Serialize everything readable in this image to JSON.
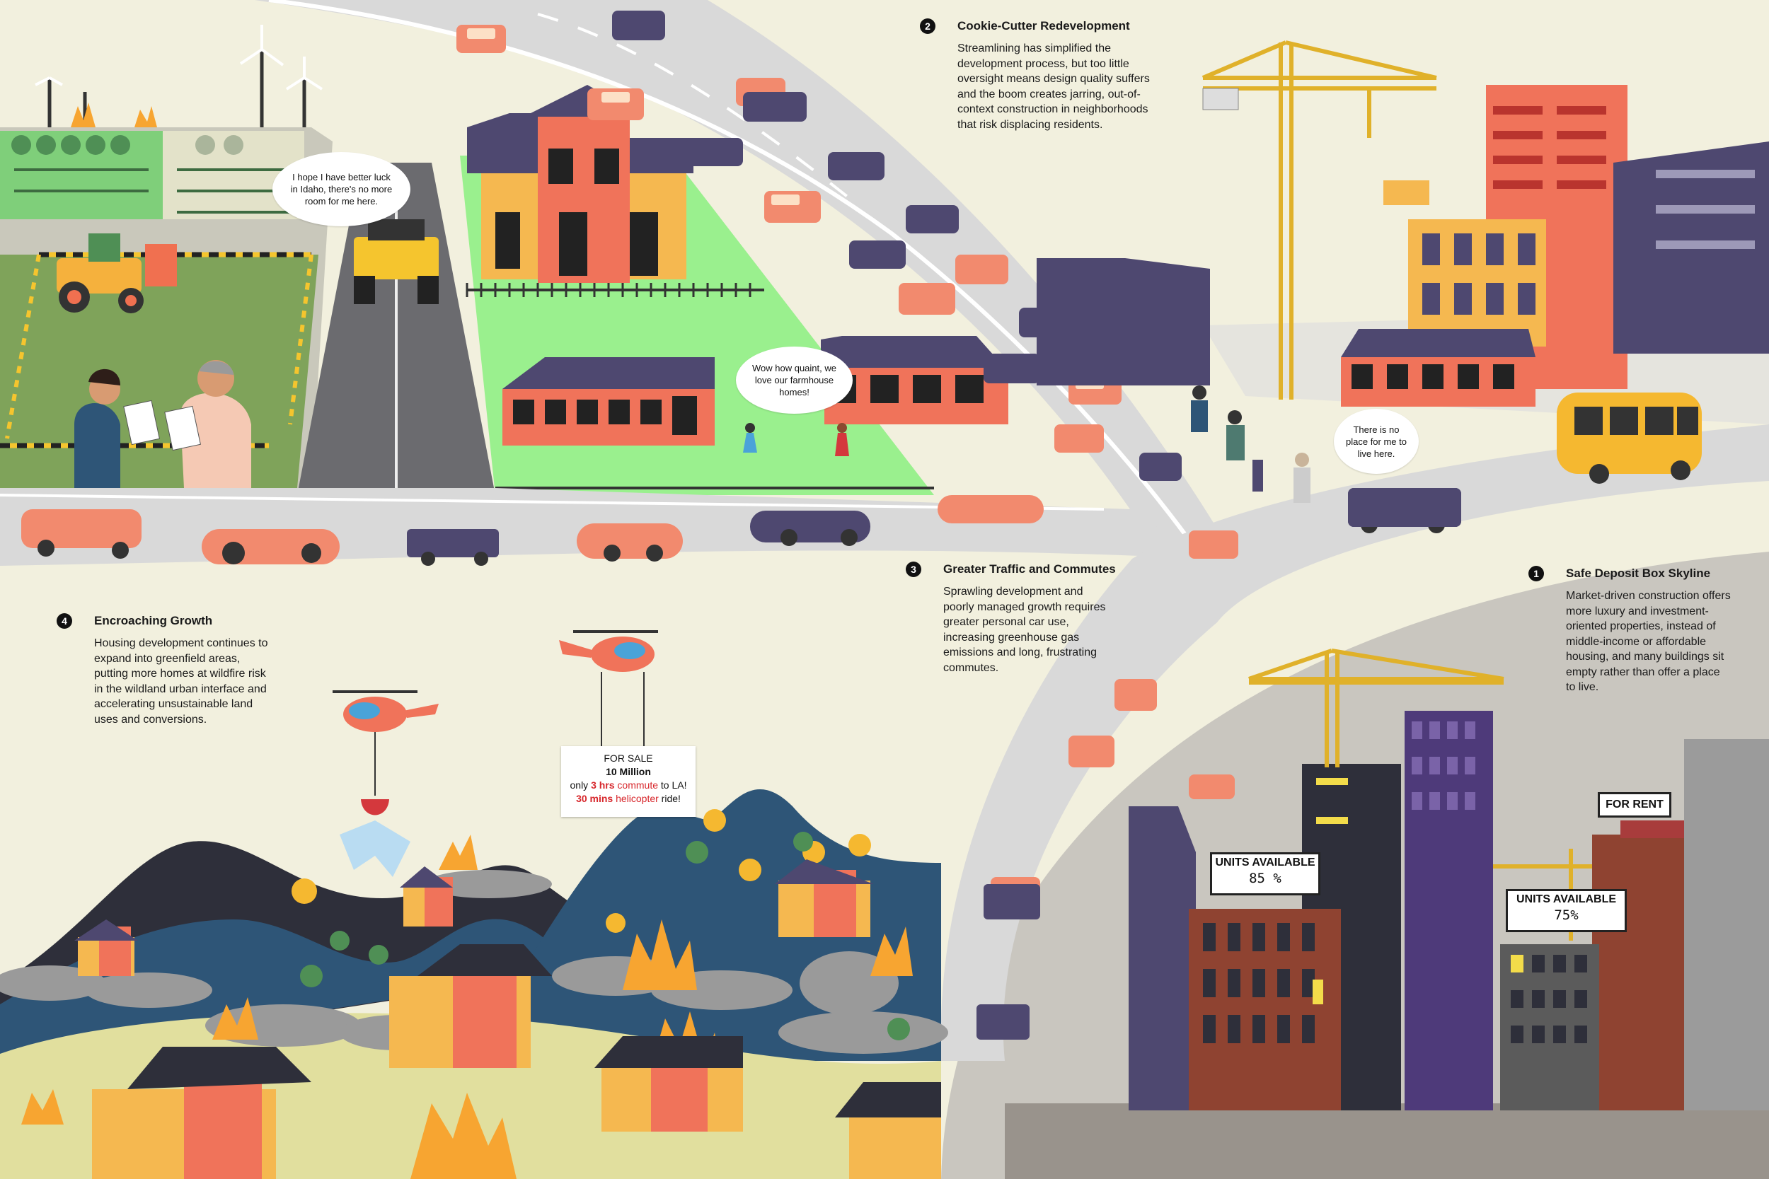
{
  "callouts": {
    "c1": {
      "number": "1",
      "title": "Safe Deposit Box Skyline",
      "body": "Market-driven construction offers more luxury and investment-oriented properties, instead of middle-income or affordable housing, and many buildings sit empty rather than offer a place to live."
    },
    "c2": {
      "number": "2",
      "title": "Cookie-Cutter Redevelopment",
      "body": "Streamlining has simplified the development process, but too little oversight means design quality suffers and the boom creates jarring, out-of-context construction in neighborhoods that risk displacing residents."
    },
    "c3": {
      "number": "3",
      "title": "Greater Traffic and Commutes",
      "body": "Sprawling development and poorly managed growth requires greater personal car use, increasing greenhouse gas emissions and long, frustrating commutes."
    },
    "c4": {
      "number": "4",
      "title": "Encroaching Growth",
      "body": "Housing development continues to expand into greenfield areas, putting more homes at wildfire risk in the wildland urban interface and accelerating unsustainable land uses and conversions."
    }
  },
  "bubbles": {
    "idaho": "I hope I have better luck in Idaho, there's no more room for me here.",
    "quaint": "Wow how quaint, we love our farmhouse homes!",
    "noplace": "There is no place for me to live here."
  },
  "signs": {
    "units1": {
      "label": "UNITS AVAILABLE",
      "value": "85 %"
    },
    "units2": {
      "label": "UNITS AVAILABLE",
      "value": "75%"
    },
    "forrent": "FOR RENT"
  },
  "forsale": {
    "line1": "FOR SALE",
    "line2": "10 Million",
    "line3a": "only ",
    "line3b": "3 hrs",
    "line3c": " commute",
    "line3d": " to LA!",
    "line4a": "30 mins",
    "line4b": " helicopter",
    "line4c": " ride!"
  },
  "colors": {
    "background": "#f2f0de",
    "road": "#d9d9d9",
    "car_salmon": "#f28a6e",
    "car_navy": "#4e4870",
    "house_orange": "#f0735a",
    "house_yellow": "#f5b850",
    "lawn": "#9af08e",
    "field": "#7fa35a",
    "mountain_blue": "#2e5577",
    "mountain_dark": "#2e2f3a",
    "crane": "#f3c32e",
    "smoke": "#9a9a9a",
    "fire": "#f7a531",
    "city_ground": "#a8a29a"
  }
}
